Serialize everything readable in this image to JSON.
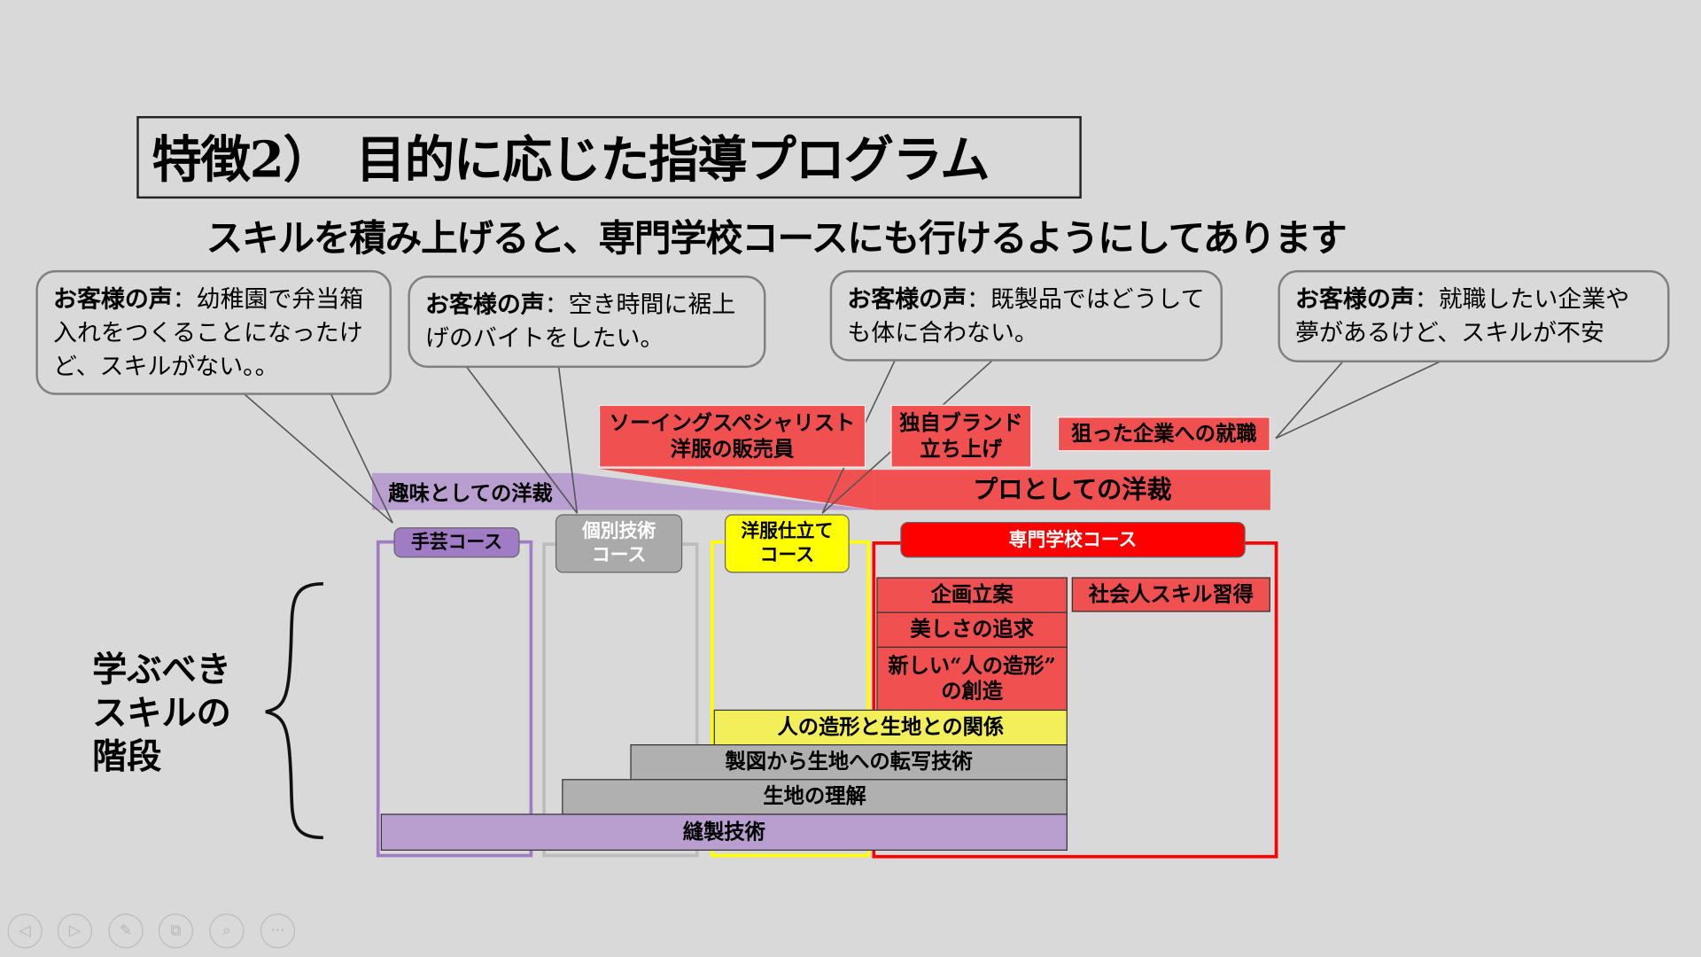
{
  "title": "特徴2）　目的に応じた指導プログラム",
  "subtitle": "スキルを積み上げると、専門学校コースにも行けるようにしてあります",
  "callouts": [
    {
      "label": "お客様の声",
      "text": "：幼稚園で弁当箱入れをつくることになったけど、スキルがない。。"
    },
    {
      "label": "お客様の声",
      "text": "：空き時間に裾上げのバイトをしたい。"
    },
    {
      "label": "お客様の声",
      "text": "：既製品ではどうしても体に合わない。"
    },
    {
      "label": "お客様の声",
      "text": "：就職したい企業や夢があるけど、スキルが不安"
    }
  ],
  "goals": {
    "g1a": "ソーイングスペシャリスト",
    "g1b": "洋服の販売員",
    "g2a": "独自ブランド",
    "g2b": "立ち上げ",
    "g3": "狙った企業への就職"
  },
  "bands": {
    "hobby": "趣味としての洋裁",
    "pro": "プロとしての洋裁"
  },
  "courses": {
    "c1": "手芸コース",
    "c2a": "個別技術",
    "c2b": "コース",
    "c3a": "洋服仕立て",
    "c3b": "コース",
    "c4": "専門学校コース"
  },
  "skills": {
    "s1": "企画立案",
    "s2": "美しさの追求",
    "s3a": "新しい“人の造形”",
    "s3b": "の創造",
    "s4": "社会人スキル習得",
    "s5": "人の造形と生地との関係",
    "s6": "製図から生地への転写技術",
    "s7": "生地の理解",
    "s8": "縫製技術"
  },
  "side_label": {
    "l1": "学ぶべき",
    "l2": "スキルの",
    "l3": "階段"
  },
  "toolbar": [
    "previous-icon",
    "next-icon",
    "pen-icon",
    "slides-icon",
    "zoom-icon",
    "more-icon"
  ],
  "colors": {
    "red": "#f05050",
    "purple": "#a07cc5",
    "yellow": "#ffff00",
    "gray": "#aaaaaa"
  }
}
